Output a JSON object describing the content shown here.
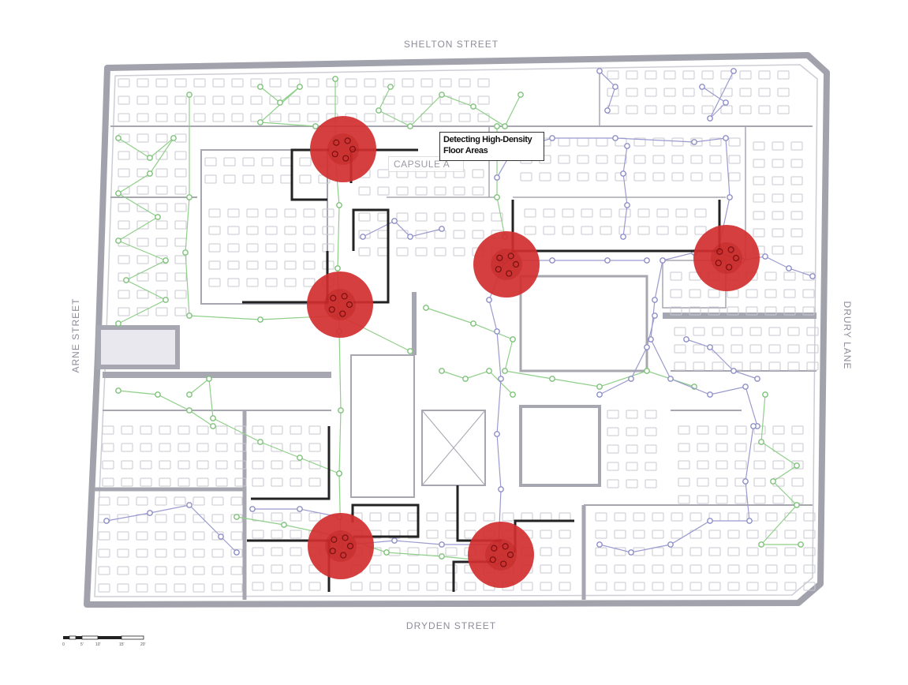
{
  "streets": {
    "north": "SHELTON STREET",
    "south": "DRYDEN STREET",
    "west": "ARNE STREET",
    "east": "DRURY LANE"
  },
  "room_label": "CAPSULE A",
  "callout": {
    "line1": "Detecting High-Density",
    "line2": "Floor Areas"
  },
  "scale_bar": {
    "ticks": [
      "0",
      "5'",
      "10'",
      "15'",
      "20'"
    ]
  },
  "hotspot_count": 6,
  "colors": {
    "hotspot": "#d32f2f",
    "walls": "#a2a2ad",
    "network_green": "#7fc27a",
    "network_purple": "#8f8fc6",
    "barrier": "#222222"
  }
}
